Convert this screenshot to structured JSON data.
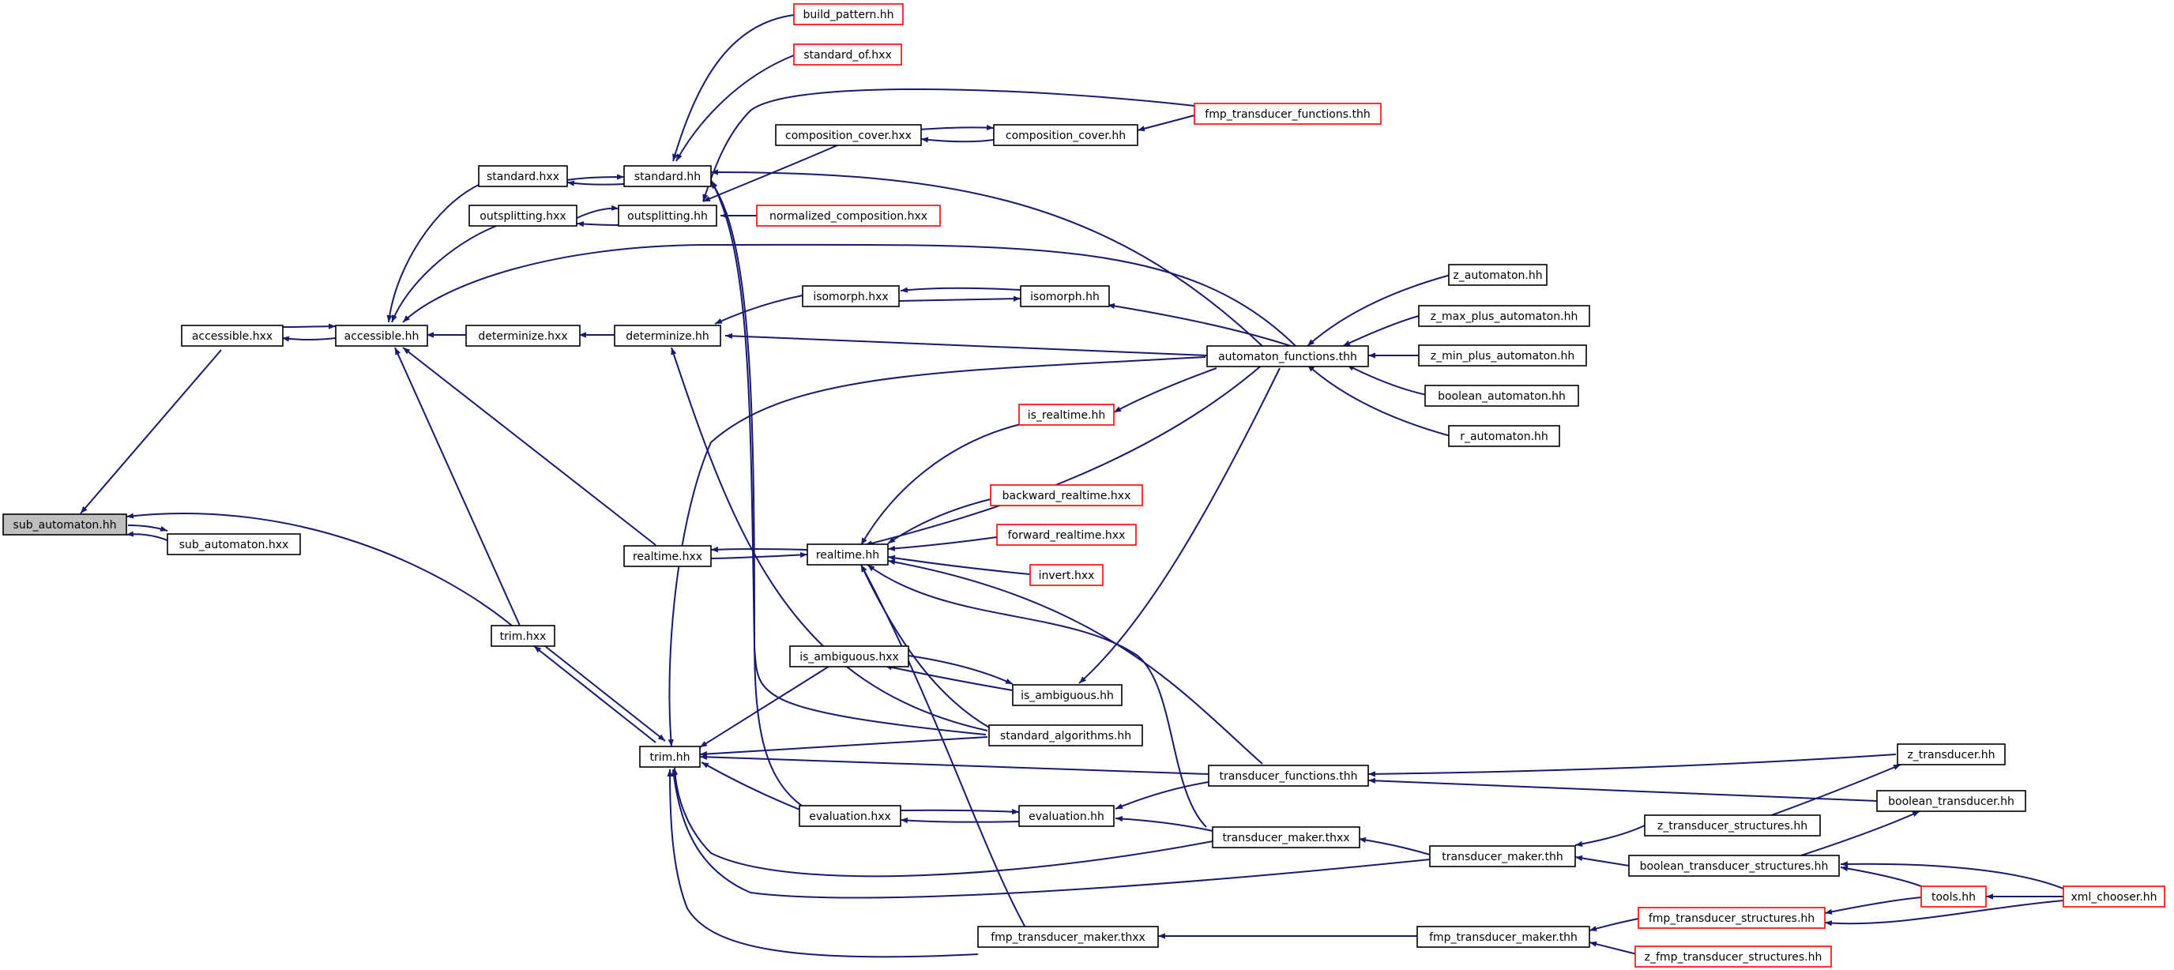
{
  "colors": {
    "edge": "#191970",
    "node_border": "#000000",
    "node_border_external": "#ff0000",
    "root_fill": "#bfbfbf",
    "background": "#ffffff"
  },
  "nodes": {
    "sub_automaton_hh": "sub_automaton.hh",
    "sub_automaton_hxx": "sub_automaton.hxx",
    "accessible_hxx": "accessible.hxx",
    "accessible_hh": "accessible.hh",
    "determinize_hxx": "determinize.hxx",
    "determinize_hh": "determinize.hh",
    "standard_hxx": "standard.hxx",
    "standard_hh": "standard.hh",
    "outsplitting_hxx": "outsplitting.hxx",
    "outsplitting_hh": "outsplitting.hh",
    "build_pattern_hh": "build_pattern.hh",
    "standard_of_hxx": "standard_of.hxx",
    "composition_cover_hxx": "composition_cover.hxx",
    "composition_cover_hh": "composition_cover.hh",
    "fmp_transducer_functions_thh": "fmp_transducer_functions.thh",
    "normalized_composition_hxx": "normalized_composition.hxx",
    "isomorph_hxx": "isomorph.hxx",
    "isomorph_hh": "isomorph.hh",
    "automaton_functions_thh": "automaton_functions.thh",
    "z_automaton_hh": "z_automaton.hh",
    "z_max_plus_automaton_hh": "z_max_plus_automaton.hh",
    "z_min_plus_automaton_hh": "z_min_plus_automaton.hh",
    "boolean_automaton_hh": "boolean_automaton.hh",
    "r_automaton_hh": "r_automaton.hh",
    "is_realtime_hh": "is_realtime.hh",
    "backward_realtime_hxx": "backward_realtime.hxx",
    "forward_realtime_hxx": "forward_realtime.hxx",
    "invert_hxx": "invert.hxx",
    "realtime_hxx": "realtime.hxx",
    "realtime_hh": "realtime.hh",
    "trim_hxx": "trim.hxx",
    "trim_hh": "trim.hh",
    "is_ambiguous_hxx": "is_ambiguous.hxx",
    "is_ambiguous_hh": "is_ambiguous.hh",
    "standard_algorithms_hh": "standard_algorithms.hh",
    "transducer_functions_thh": "transducer_functions.thh",
    "z_transducer_hh": "z_transducer.hh",
    "boolean_transducer_hh": "boolean_transducer.hh",
    "evaluation_hxx": "evaluation.hxx",
    "evaluation_hh": "evaluation.hh",
    "transducer_maker_thxx": "transducer_maker.thxx",
    "z_transducer_structures_hh": "z_transducer_structures.hh",
    "transducer_maker_thh": "transducer_maker.thh",
    "boolean_transducer_structures_hh": "boolean_transducer_structures.hh",
    "tools_hh": "tools.hh",
    "xml_chooser_hh": "xml_chooser.hh",
    "fmp_transducer_structures_hh": "fmp_transducer_structures.hh",
    "fmp_transducer_maker_thxx": "fmp_transducer_maker.thxx",
    "fmp_transducer_maker_thh": "fmp_transducer_maker.thh",
    "z_fmp_transducer_structures_hh": "z_fmp_transducer_structures.hh"
  }
}
